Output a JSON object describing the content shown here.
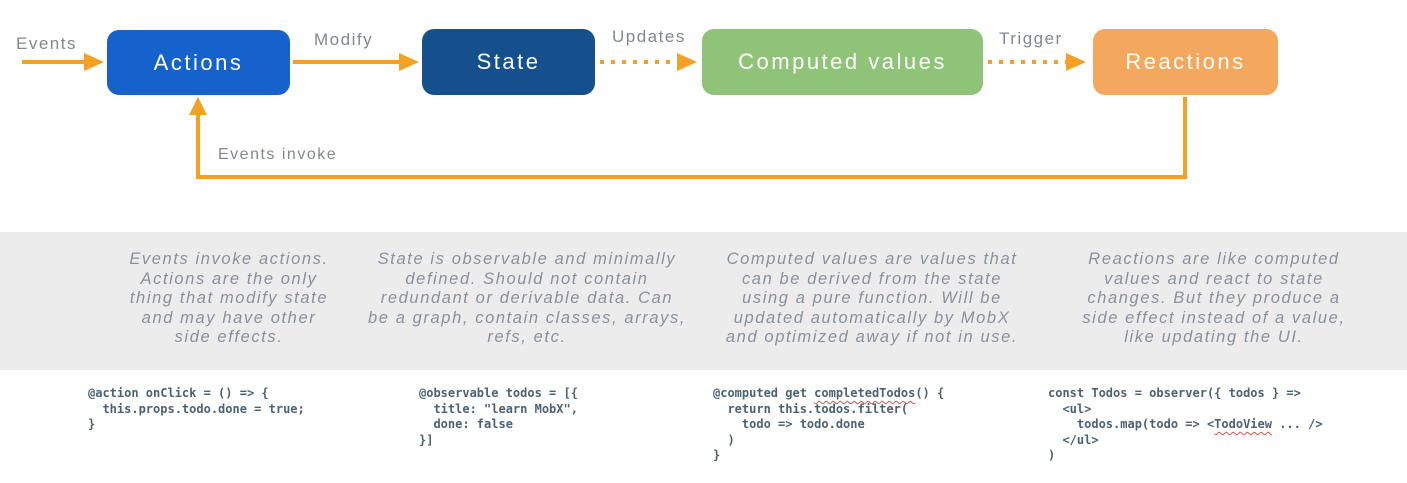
{
  "colors": {
    "arrow": "#F4A024",
    "label_gray": "#82888F",
    "description_text": "#8A919B",
    "code_text": "#4E6172",
    "band_bg": "#ECECEC",
    "actions_box": "#1562CD",
    "state_box": "#15508C",
    "computed_box": "#8FC378",
    "reactions_box": "#F3A85E",
    "squiggle": "#E05252"
  },
  "diagram": {
    "boxes": {
      "actions": {
        "label": "Actions"
      },
      "state": {
        "label": "State"
      },
      "computed": {
        "label": "Computed values"
      },
      "reactions": {
        "label": "Reactions"
      }
    },
    "edge_labels": {
      "events": "Events",
      "modify": "Modify",
      "updates": "Updates",
      "trigger": "Trigger",
      "events_invoke": "Events invoke"
    }
  },
  "descriptions": {
    "actions": {
      "lines": [
        "Events invoke actions.",
        "Actions are the only",
        "thing that modify state",
        "and may have other",
        "side effects."
      ]
    },
    "state": {
      "lines": [
        "State is observable and minimally",
        "defined. Should not contain",
        "redundant or derivable data. Can",
        "be a graph, contain classes, arrays,",
        "refs, etc."
      ]
    },
    "computed": {
      "lines": [
        "Computed values are values that",
        "can be derived from the state",
        "using a pure function. Will be",
        "updated automatically by MobX",
        "and optimized away if not in use."
      ]
    },
    "reactions": {
      "lines": [
        "Reactions are like computed",
        "values and react to state",
        "changes. But they produce a",
        "side effect instead of a value,",
        "like updating the UI."
      ]
    }
  },
  "code": {
    "squiggle_words": [
      "completedTodos",
      "TodoView"
    ],
    "actions": {
      "lines": [
        "@action onClick = () => {",
        "  this.props.todo.done = true;",
        "}"
      ]
    },
    "state": {
      "lines": [
        "@observable todos = [{",
        "  title: \"learn MobX\",",
        "  done: false",
        "}]"
      ]
    },
    "computed": {
      "lines": [
        "@computed get completedTodos() {",
        "  return this.todos.filter(",
        "    todo => todo.done",
        "  )",
        "}"
      ]
    },
    "reactions": {
      "lines": [
        "const Todos = observer({ todos } =>",
        "  <ul>",
        "    todos.map(todo => <TodoView ... />",
        "  </ul>",
        ")"
      ]
    }
  }
}
